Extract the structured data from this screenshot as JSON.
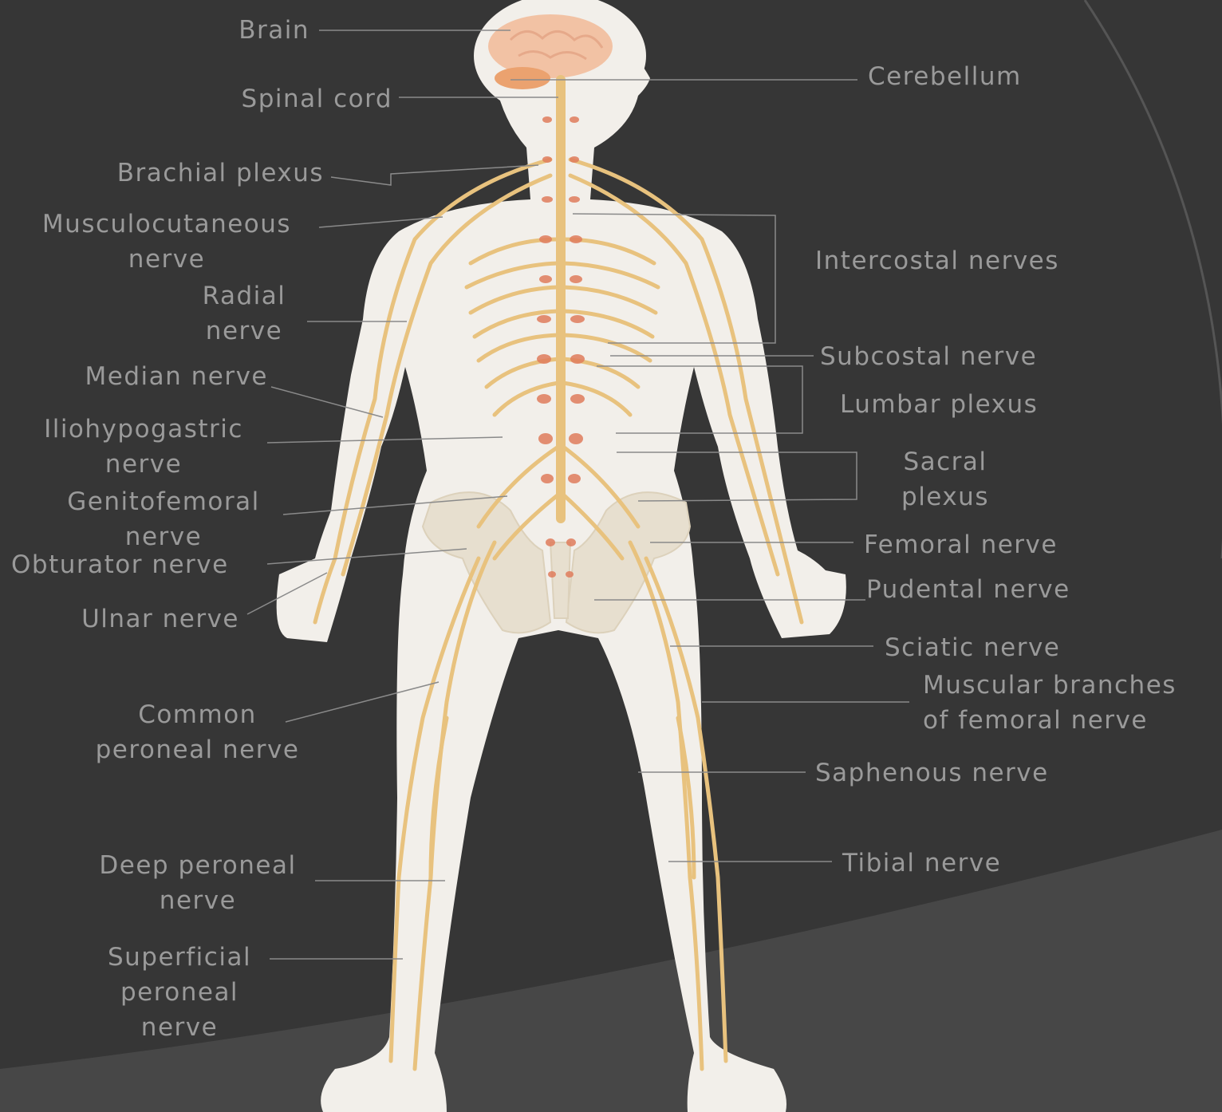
{
  "labels": {
    "brain": "Brain",
    "spinal_cord": "Spinal cord",
    "brachial_plexus": "Brachial plexus",
    "musculocutaneous_nerve": "Musculocutaneous\nnerve",
    "radial_nerve": "Radial\nnerve",
    "median_nerve": "Median nerve",
    "iliohypogastric_nerve": "Iliohypogastric\nnerve",
    "genitofemoral_nerve": "Genitofemoral\nnerve",
    "obturator_nerve": "Obturator nerve",
    "ulnar_nerve": "Ulnar nerve",
    "common_peroneal_nerve": "Common\nperoneal nerve",
    "deep_peroneal_nerve": "Deep peroneal\nnerve",
    "superficial_peroneal_nerve": "Superficial\nperoneal\nnerve",
    "cerebellum": "Cerebellum",
    "intercostal_nerves": "Intercostal nerves",
    "subcostal_nerve": "Subcostal nerve",
    "lumbar_plexus": "Lumbar plexus",
    "sacral_plexus": "Sacral\nplexus",
    "femoral_nerve": "Femoral nerve",
    "pudental_nerve": "Pudental nerve",
    "sciatic_nerve": "Sciatic nerve",
    "muscular_branches_of_femoral_nerve": "Muscular branches\nof femoral nerve",
    "saphenous_nerve": "Saphenous nerve",
    "tibial_nerve": "Tibial nerve"
  },
  "colors": {
    "background": "#363636",
    "background_lower": "#4a4a4a",
    "body": "#f2efea",
    "nerve": "#e8c27e",
    "brain": "#f2c2a4",
    "cerebellum": "#eba26f",
    "ganglia": "#e07d5c",
    "pelvis": "#e7dfcf",
    "label_text": "#9a9a9a",
    "leader_line": "#8a8a8a"
  }
}
